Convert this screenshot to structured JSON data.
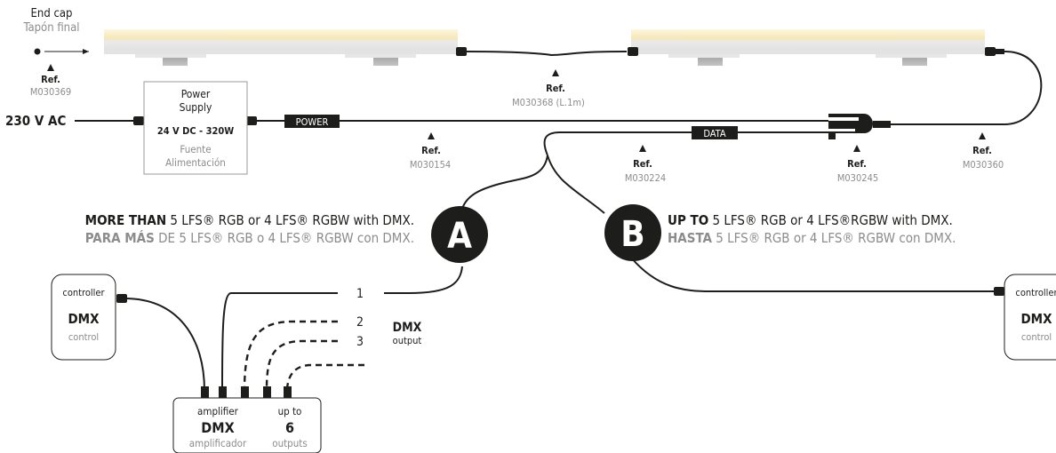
{
  "end_cap": {
    "title": "End cap",
    "subtitle": "Tapón final",
    "ref_label": "Ref.",
    "ref_code": "M030369"
  },
  "power_supply": {
    "line1": "Power",
    "line2": "Supply",
    "spec": "24 V DC - 320W",
    "es1": "Fuente",
    "es2": "Alimentación"
  },
  "ac_label": "230 V AC",
  "power_tag": "POWER",
  "data_tag": "DATA",
  "refs": {
    "link_cable": {
      "label": "Ref.",
      "code": "M030368 (L.1m)"
    },
    "power_cable": {
      "label": "Ref.",
      "code": "M030154"
    },
    "data_cable": {
      "label": "Ref.",
      "code": "M030224"
    },
    "splitter": {
      "label": "Ref.",
      "code": "M030245"
    },
    "feed_cable": {
      "label": "Ref.",
      "code": "M030360"
    }
  },
  "option_a": {
    "badge": "A",
    "en_bold": "MORE THAN",
    "en_rest": " 5 LFS® RGB or 4 LFS® RGBW with DMX.",
    "es_bold": "PARA MÁS",
    "es_rest": " DE 5 LFS® RGB o 4 LFS® RGBW con DMX."
  },
  "option_b": {
    "badge": "B",
    "en_bold": "UP TO",
    "en_rest": " 5 LFS® RGB or 4 LFS®RGBW with DMX.",
    "es_bold": "HASTA",
    "es_rest": " 5 LFS® RGB or 4 LFS® RGBW con DMX."
  },
  "controller_left": {
    "top": "controller",
    "main": "DMX",
    "bottom": "control"
  },
  "controller_right": {
    "top": "controller",
    "main": "DMX",
    "bottom": "control"
  },
  "amplifier": {
    "top_left": "amplifier",
    "main_left": "DMX",
    "bottom_left": "amplificador",
    "top_right": "up to",
    "main_right": "6",
    "bottom_right": "outputs"
  },
  "outputs": {
    "n1": "1",
    "n2": "2",
    "n3": "3",
    "label_bold": "DMX",
    "label": "output"
  },
  "colors": {
    "line": "#1d1d1b",
    "gray_text": "#8c8c8c",
    "bar_glow": "#fdf3d2",
    "bar_body": "#ececec",
    "bar_clip": "#b3b3b3"
  }
}
